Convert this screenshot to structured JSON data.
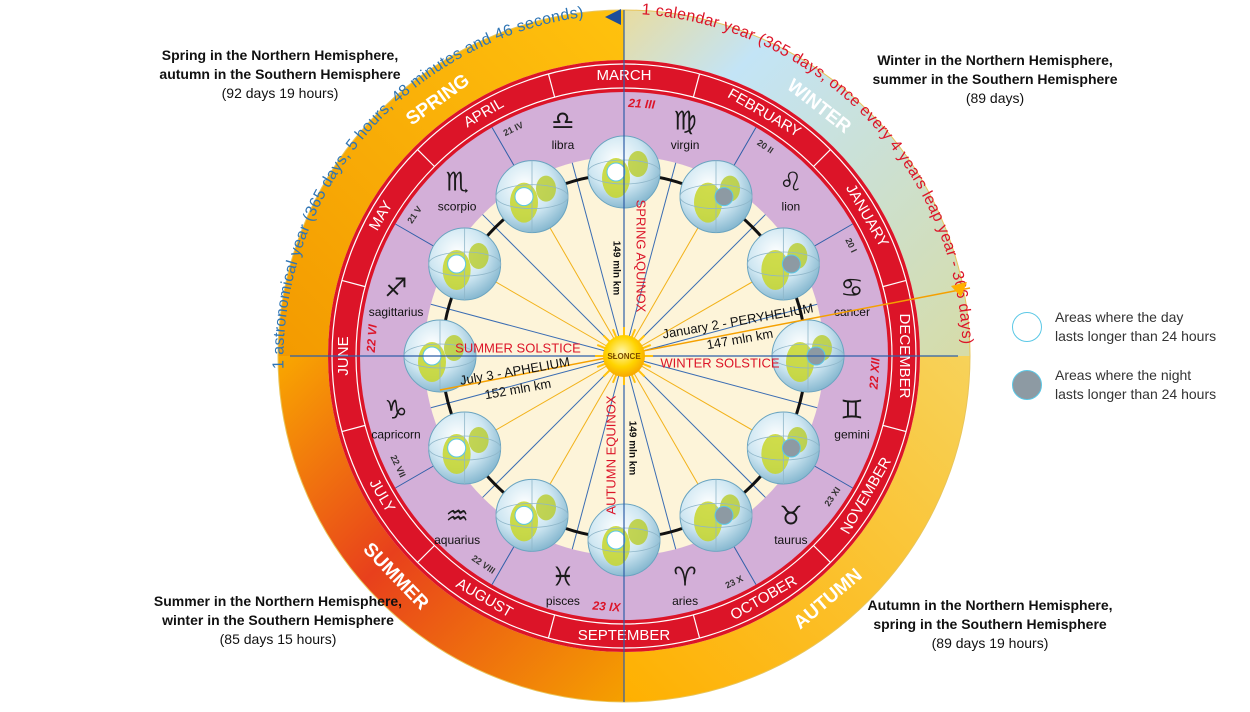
{
  "center": {
    "label": "SŁONCE"
  },
  "outer_arcs": {
    "astronomical_year": "1 astronomical year (365 days, 5 hours, 48 minutes and 46 seconds)",
    "calendar_year": "1 calendar year (365 days, once every 4 years leap year - 366 days)"
  },
  "seasons": [
    {
      "label": "SPRING",
      "caption_title_1": "Spring in the Northern Hemisphere,",
      "caption_title_2": "autumn in the Southern Hemisphere",
      "duration": "(92 days 19 hours)"
    },
    {
      "label": "WINTER",
      "caption_title_1": "Winter in the Northern Hemisphere,",
      "caption_title_2": "summer in the Southern Hemisphere",
      "duration": "(89 days)"
    },
    {
      "label": "SUMMER",
      "caption_title_1": "Summer in the Northern Hemisphere,",
      "caption_title_2": "winter in the Southern Hemisphere",
      "duration": "(85 days 15 hours)"
    },
    {
      "label": "AUTUMN",
      "caption_title_1": "Autumn in the Northern Hemisphere,",
      "caption_title_2": "spring in the Southern Hemisphere",
      "duration": "(89 days 19 hours)"
    }
  ],
  "months": [
    "MARCH",
    "FEBRUARY",
    "JANUARY",
    "DECEMBER",
    "NOVEMBER",
    "OCTOBER",
    "SEPTEMBER",
    "AUGUST",
    "JULY",
    "JUNE",
    "MAY",
    "APRIL"
  ],
  "dates": [
    "21 III",
    "20 II",
    "20 I",
    "22 XII",
    "23 XI",
    "23 X",
    "23 IX",
    "22 VIII",
    "22 VII",
    "22 VI",
    "21 V",
    "21 IV"
  ],
  "zodiac": [
    {
      "name": "virgin",
      "symbol": "♍"
    },
    {
      "name": "lion",
      "symbol": "♌"
    },
    {
      "name": "cancer",
      "symbol": "♋"
    },
    {
      "name": "gemini",
      "symbol": "♊"
    },
    {
      "name": "taurus",
      "symbol": "♉"
    },
    {
      "name": "aries",
      "symbol": "♈"
    },
    {
      "name": "pisces",
      "symbol": "♓"
    },
    {
      "name": "aquarius",
      "symbol": "♒"
    },
    {
      "name": "capricorn",
      "symbol": "♑"
    },
    {
      "name": "sagittarius",
      "symbol": "♐"
    },
    {
      "name": "scorpio",
      "symbol": "♏"
    },
    {
      "name": "libra",
      "symbol": "♎"
    }
  ],
  "orbit_labels": {
    "spring_equinox": "SPRING AQUINOX",
    "autumn_equinox": "AUTUMN EQUINOX",
    "summer_solstice": "SUMMER SOLSTICE",
    "winter_solstice": "WINTER SOLSTICE",
    "perihelion": "January 2 - PERYHELIUM",
    "perihelion_distance": "147 mln km",
    "aphelion": "July 3 - APHELIUM",
    "aphelion_distance": "152 mln km",
    "distance_top": "149 mln km",
    "distance_bottom": "149 mln km"
  },
  "legend": [
    {
      "text": "Areas where the day lasts longer than 24 hours",
      "line1": "Areas where the day",
      "line2": "lasts longer than 24 hours",
      "swatch_fill": "#ffffff",
      "swatch_border": "#5bc8e6"
    },
    {
      "text": "Areas where the night lasts longer than 24 hours",
      "line1": "Areas where the night",
      "line2": "lasts longer than 24 hours",
      "swatch_fill": "#8d9aa3",
      "swatch_border": "#5bc8e6"
    }
  ],
  "colors": {
    "month_ring": "#dc1428",
    "zodiac_ring": "#d3afd8",
    "inner_disk": "#fdf4d9",
    "spring": "#f5a800",
    "winter": "#bfe3f7",
    "summer": "#e8401c",
    "autumn": "#ffc20e",
    "sun": "#ffd400",
    "calendar_text": "#dc1428",
    "astro_text": "#2f75b5"
  }
}
